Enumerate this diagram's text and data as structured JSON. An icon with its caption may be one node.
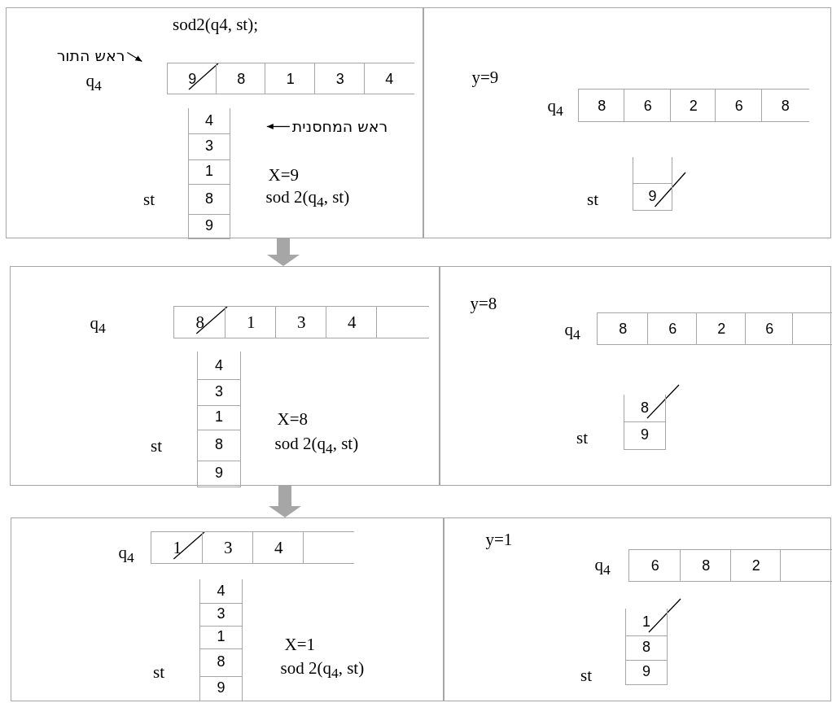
{
  "diagram": {
    "nodes": [
      {
        "text": [
          "sod2(q4, st);",
          "X=9",
          "sod 2(q$_{4}$, st)"
        ]
      },
      {
        "text": [
          "ראש התור"
        ],
        "in": 0
      },
      {
        "text": [
          "ראש המחסנית"
        ],
        "in": 0
      },
      {
        "text": [
          "y=9"
        ]
      },
      {
        "text": [
          "X=8",
          "sod 2(q$_{4}$, st)"
        ]
      },
      {
        "text": [
          "y=8"
        ]
      },
      {
        "text": [
          "X=1",
          "sod 2(q$_{4}$, st)"
        ]
      },
      {
        "text": [
          "y=1"
        ]
      }
    ],
    "edges": [
      {
        "from": 0,
        "to": 4,
        "arrow": "to",
        "style": "thick",
        "color": "#a6a6a6"
      },
      {
        "from": 4,
        "to": 6,
        "arrow": "to",
        "style": "thick",
        "color": "#a6a6a6"
      },
      {
        "from": 1,
        "to": null,
        "arrow": "to",
        "color": "#000000"
      },
      {
        "from": 2,
        "to": null,
        "arrow": "to",
        "color": "#000000"
      }
    ],
    "labels": [
      "q$_{4}$",
      "9",
      "8",
      "1",
      "3",
      "4",
      "4",
      "3",
      "1",
      "st",
      "8",
      "9",
      "q$_{4}$",
      "8",
      "6",
      "2",
      "6",
      "8",
      "st",
      "9",
      "q$_{4}$",
      "8",
      "1",
      "3",
      "4",
      "4",
      "3",
      "1",
      "st",
      "8",
      "9",
      "q$_{4}$",
      "8",
      "6",
      "2",
      "6",
      "8",
      "st",
      "9",
      "q$_{4}$",
      "1",
      "3",
      "4",
      "4",
      "3",
      "1",
      "st",
      "8",
      "9",
      "q$_{4}$",
      "6",
      "8",
      "2",
      "1",
      "8",
      "st",
      "9"
    ]
  }
}
